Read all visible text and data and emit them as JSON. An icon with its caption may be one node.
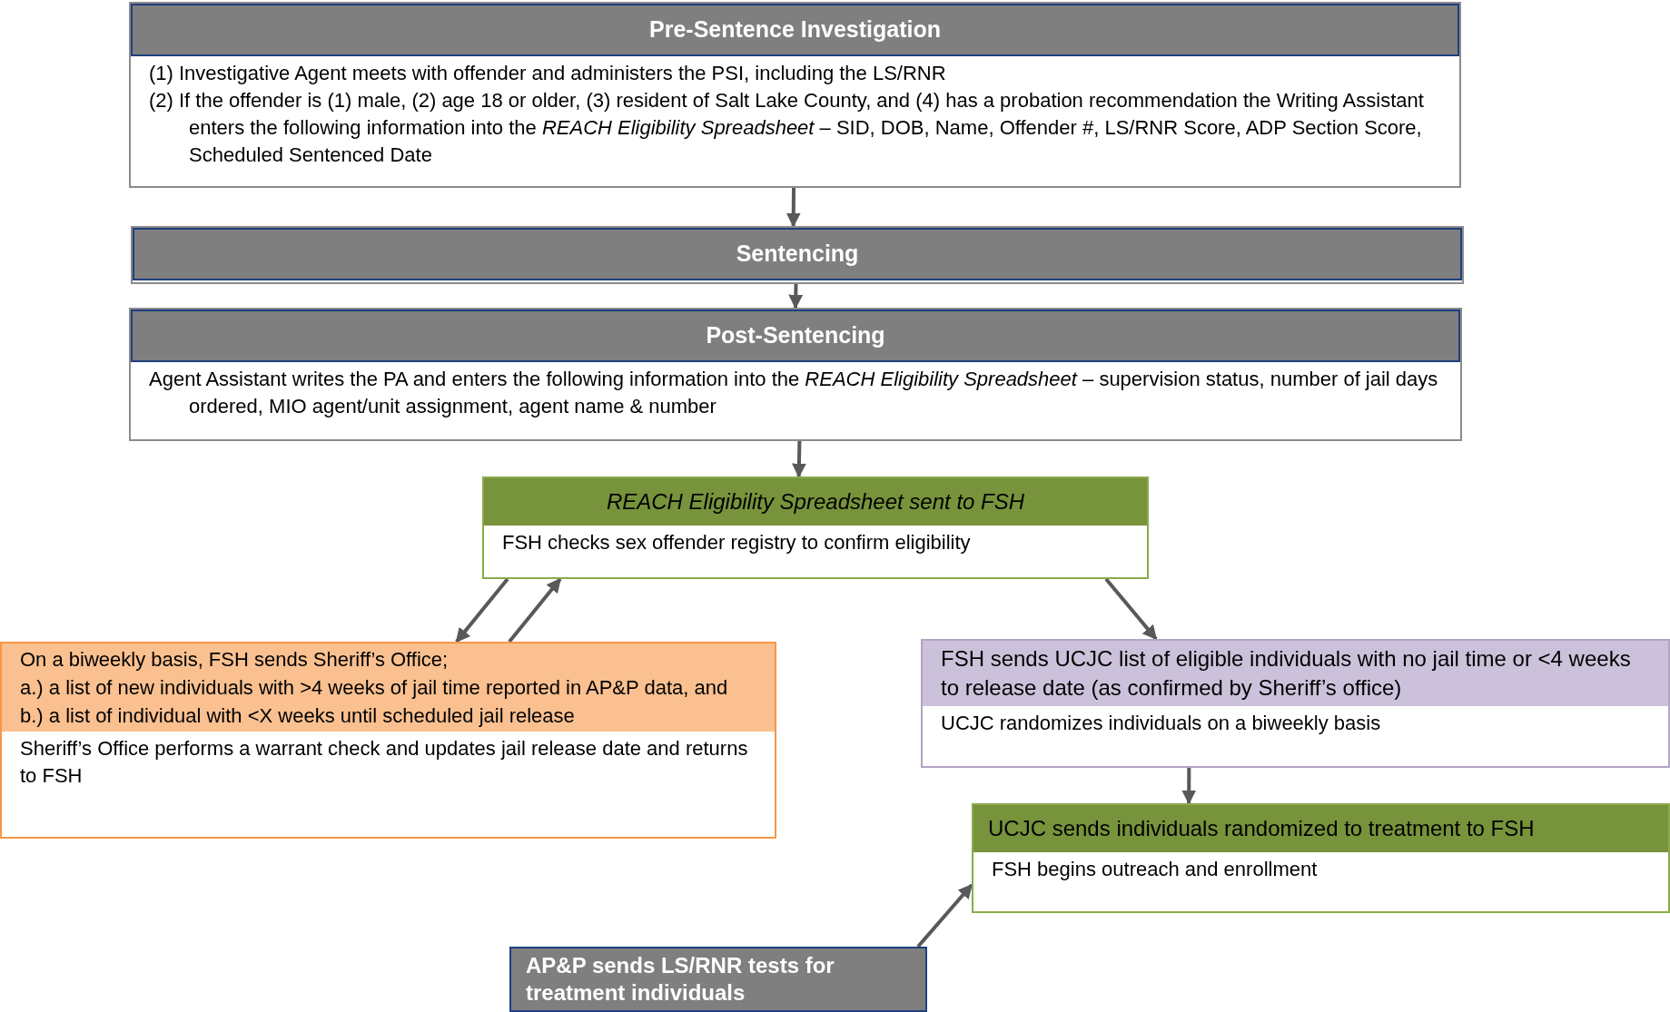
{
  "diagram": {
    "nodes": [
      {
        "text": [
          "Pre-Sentence Investigation",
          "(1) Investigative Agent meets with offender and administers the PSI, including the LS/RNR",
          "(2) If the offender is (1) male, (2) age 18 or older, (3) resident of Salt Lake County, and (4) has a probation recommendation the Writing Assistant enters the following information into the *REACH Eligibility Spreadsheet* – SID, DOB, Name, Offender #, LS/RNR Score, ADP Section Score, Scheduled Sentenced Date"
        ]
      },
      {
        "text": [
          "Sentencing"
        ]
      },
      {
        "text": [
          "Post-Sentencing",
          "Agent Assistant writes the PA and enters the following information into the *REACH Eligibility Spreadsheet* – supervision status, number of jail days ordered, MIO agent/unit assignment, agent name & number"
        ]
      },
      {
        "text": [
          "REACH Eligibility  Spreadsheet sent to FSH",
          "FSH checks sex offender registry to confirm eligibility"
        ]
      },
      {
        "text": [
          "On a biweekly basis, FSH sends Sheriff’s Office;",
          "a.) a list of new individuals with >4 weeks of jail time reported in AP&P data, and",
          "b.) a list of individual with <X weeks until scheduled jail release",
          "Sheriff’s Office performs a warrant check and updates jail release date and returns to FSH"
        ]
      },
      {
        "text": [
          "FSH sends UCJC list of eligible individuals with no jail time or <4 weeks to release date (as confirmed by Sheriff’s office)",
          "UCJC randomizes individuals on a biweekly basis"
        ]
      },
      {
        "text": [
          "UCJC sends individuals randomized to treatment to FSH",
          "FSH begins outreach and enrollment"
        ]
      },
      {
        "text": [
          "AP&P sends LS/RNR tests for treatment individuals"
        ]
      }
    ],
    "edges": [
      {
        "from": 0,
        "to": 1,
        "arrow": "to"
      },
      {
        "from": 1,
        "to": 2,
        "arrow": "to"
      },
      {
        "from": 2,
        "to": 3,
        "arrow": "to"
      },
      {
        "from": 3,
        "to": 4,
        "arrow": "to"
      },
      {
        "from": 4,
        "to": 3,
        "arrow": "to"
      },
      {
        "from": 3,
        "to": 5,
        "arrow": "to"
      },
      {
        "from": 5,
        "to": 6,
        "arrow": "to"
      },
      {
        "from": 7,
        "to": 6,
        "arrow": "to"
      }
    ]
  }
}
